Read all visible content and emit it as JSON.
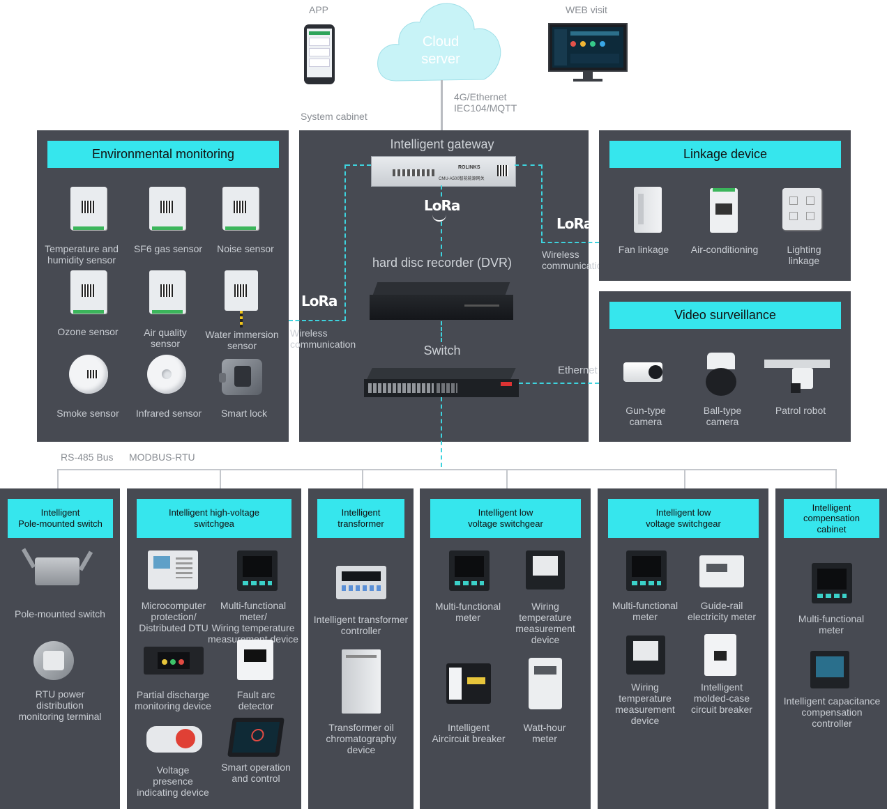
{
  "top": {
    "app_label": "APP",
    "web_label": "WEB visit",
    "cloud_label": "Cloud\nserver",
    "protocol_label": "4G/Ethernet\nIEC104/MQTT",
    "system_cabinet_label": "System cabinet"
  },
  "env": {
    "title": "Environmental monitoring",
    "items": [
      "Temperature and\nhumidity sensor",
      "SF6 gas sensor",
      "Noise sensor",
      "Ozone sensor",
      "Air quality\nsensor",
      "Water immersion\nsensor",
      "Smoke sensor",
      "Infrared sensor",
      "Smart lock"
    ]
  },
  "cabinet": {
    "gateway_label": "Intelligent gateway",
    "gateway_brand": "ROLINKS",
    "gateway_model": "CMU-A500智能能源网关",
    "dvr_label": "hard disc recorder (DVR)",
    "switch_label": "Switch",
    "lora_text": "LoRa",
    "wireless_left": "Wireless\ncommunication",
    "wireless_right": "Wireless\ncommunication",
    "ethernet_label": "Ethernet"
  },
  "linkage": {
    "title": "Linkage device",
    "items": [
      "Fan linkage",
      "Air-conditioning",
      "Lighting\nlinkage"
    ]
  },
  "video": {
    "title": "Video surveillance",
    "items": [
      "Gun-type\ncamera",
      "Ball-type\ncamera",
      "Patrol robot"
    ]
  },
  "bus": {
    "rs485": "RS-485 Bus",
    "modbus": "MODBUS-RTU"
  },
  "bottom": {
    "pole": {
      "title": "Intelligent\nPole-mounted switch",
      "items": [
        "Pole-mounted switch",
        "RTU power\ndistribution\nmonitoring terminal"
      ]
    },
    "hv": {
      "title": "Intelligent high-voltage\nswitchgea",
      "items": [
        "Microcomputer\nprotection/\nDistributed DTU",
        "Multi-functional meter/\nWiring temperature\nmeasurement device",
        "Partial discharge\nmonitoring device",
        "Fault arc\ndetector",
        "Voltage\npresence\nindicating device",
        "Smart operation\nand control"
      ]
    },
    "tr": {
      "title": "Intelligent\ntransformer",
      "items": [
        "Intelligent transformer\ncontroller",
        "Transformer oil\nchromatography\ndevice"
      ]
    },
    "lv1": {
      "title": "Intelligent low\nvoltage switchgear",
      "items": [
        "Multi-functional\nmeter",
        "Wiring\ntemperature\nmeasurement\ndevice",
        "Intelligent\nAircircuit breaker",
        "Watt-hour\nmeter"
      ]
    },
    "lv2": {
      "title": "Intelligent low\nvoltage switchgear",
      "items": [
        "Multi-functional\nmeter",
        "Guide-rail\nelectricity meter",
        "Wiring\ntemperature\nmeasurement\ndevice",
        "Intelligent\nmolded-case\ncircuit breaker"
      ]
    },
    "comp": {
      "title": "Intelligent\ncompensation\ncabinet",
      "items": [
        "Multi-functional\nmeter",
        "Intelligent capacitance\ncompensation\ncontroller"
      ]
    }
  },
  "colors": {
    "panel": "#474a52",
    "header": "#36e6ed",
    "dashed": "#3ed3de",
    "cloud": "#c8f3f7"
  }
}
